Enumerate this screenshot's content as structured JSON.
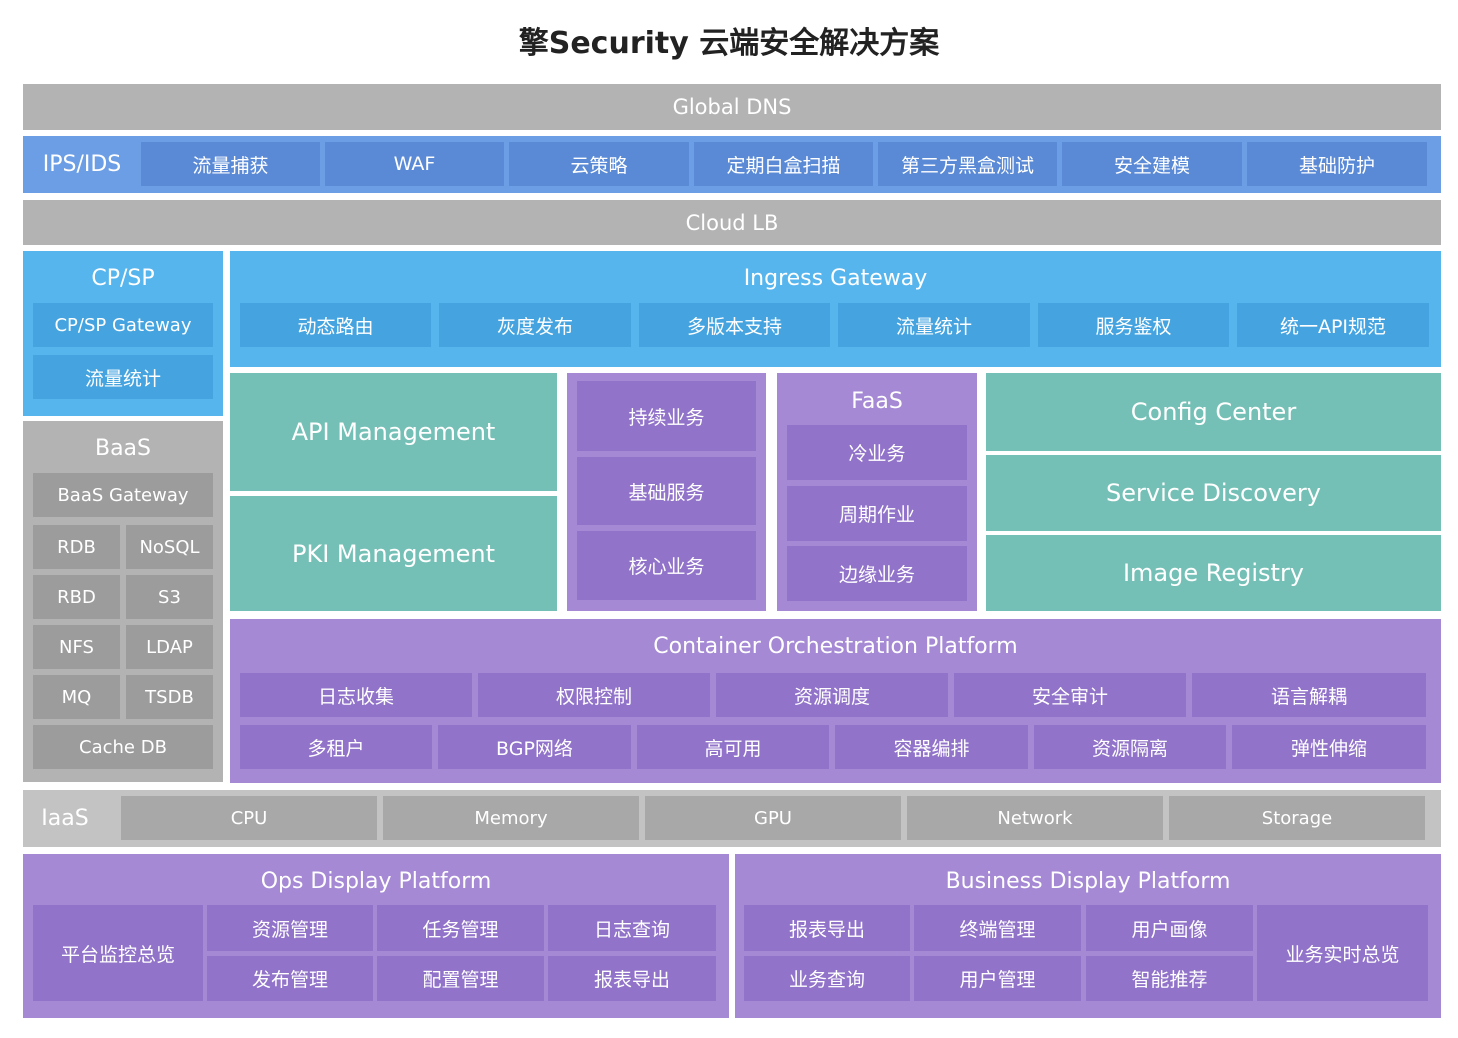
{
  "title": "擎Security 云端安全解决方案",
  "global_dns": "Global DNS",
  "ips_ids": {
    "label": "IPS/IDS",
    "items": [
      "流量捕获",
      "WAF",
      "云策略",
      "定期白盒扫描",
      "第三方黑盒测试",
      "安全建模",
      "基础防护"
    ]
  },
  "cloud_lb": "Cloud LB",
  "cpsp": {
    "title": "CP/SP",
    "items": [
      "CP/SP Gateway",
      "流量统计"
    ]
  },
  "ingress": {
    "title": "Ingress Gateway",
    "items": [
      "动态路由",
      "灰度发布",
      "多版本支持",
      "流量统计",
      "服务鉴权",
      "统一API规范"
    ]
  },
  "baas": {
    "title": "BaaS",
    "gateway": "BaaS Gateway",
    "grid": [
      "RDB",
      "NoSQL",
      "RBD",
      "S3",
      "NFS",
      "LDAP",
      "MQ",
      "TSDB"
    ],
    "cache": "Cache DB"
  },
  "management": {
    "api": "API Management",
    "pki": "PKI Management"
  },
  "business": [
    "持续业务",
    "基础服务",
    "核心业务"
  ],
  "faas": {
    "title": "FaaS",
    "items": [
      "冷业务",
      "周期作业",
      "边缘业务"
    ]
  },
  "services": [
    "Config Center",
    "Service Discovery",
    "Image Registry"
  ],
  "cop": {
    "title": "Container Orchestration Platform",
    "row1": [
      "日志收集",
      "权限控制",
      "资源调度",
      "安全审计",
      "语言解耦"
    ],
    "row2": [
      "多租户",
      "BGP网络",
      "高可用",
      "容器编排",
      "资源隔离",
      "弹性伸缩"
    ]
  },
  "iaas": {
    "label": "IaaS",
    "items": [
      "CPU",
      "Memory",
      "GPU",
      "Network",
      "Storage"
    ]
  },
  "ops": {
    "title": "Ops Display Platform",
    "main": "平台监控总览",
    "items": [
      "资源管理",
      "任务管理",
      "日志查询",
      "发布管理",
      "配置管理",
      "报表导出"
    ]
  },
  "biz": {
    "title": "Business Display Platform",
    "main": "业务实时总览",
    "items": [
      "报表导出",
      "终端管理",
      "用户画像",
      "业务查询",
      "用户管理",
      "智能推荐"
    ]
  }
}
